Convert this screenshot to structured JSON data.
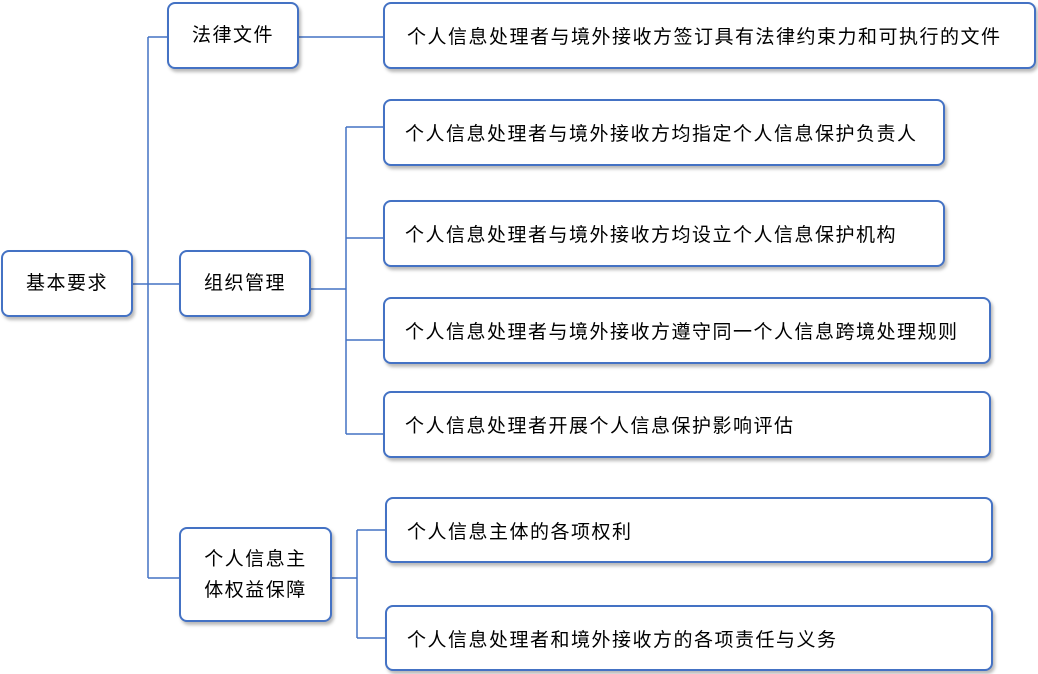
{
  "root": {
    "label": "基本要求"
  },
  "branches": [
    {
      "label": "法律文件",
      "items": [
        "个人信息处理者与境外接收方签订具有法律约束力和可执行的文件"
      ]
    },
    {
      "label": "组织管理",
      "items": [
        "个人信息处理者与境外接收方均指定个人信息保护负责人",
        "个人信息处理者与境外接收方均设立个人信息保护机构",
        "个人信息处理者与境外接收方遵守同一个人信息跨境处理规则",
        "个人信息处理者开展个人信息保护影响评估"
      ]
    },
    {
      "label_lines": [
        "个人信息主",
        "体权益保障"
      ],
      "items": [
        "个人信息主体的各项权利",
        "个人信息处理者和境外接收方的各项责任与义务"
      ]
    }
  ],
  "colors": {
    "border": "#4472C4",
    "connector": "#4472C4"
  }
}
